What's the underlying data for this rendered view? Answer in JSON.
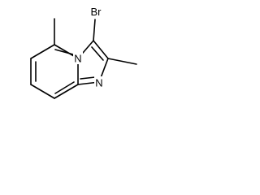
{
  "structure": {
    "atoms": {
      "bromine": "Br",
      "bridgehead_nitrogen": "N",
      "ring_nitrogen": "N"
    }
  }
}
